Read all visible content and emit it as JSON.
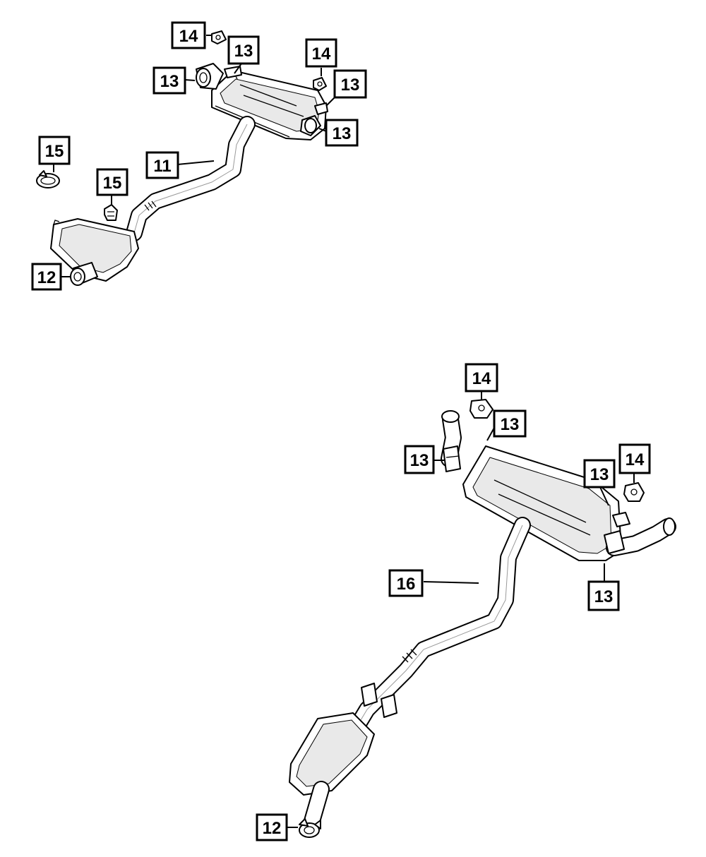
{
  "callouts": {
    "top": {
      "c14a": "14",
      "c13a": "13",
      "c13b": "13",
      "c14b": "14",
      "c13c": "13",
      "c13d": "13",
      "c15a": "15",
      "c11": "11",
      "c15b": "15",
      "c12": "12"
    },
    "bottom": {
      "c14a": "14",
      "c13a": "13",
      "c13b": "13",
      "c14b": "14",
      "c13c": "13",
      "c16": "16",
      "c13d": "13",
      "c12": "12"
    }
  }
}
